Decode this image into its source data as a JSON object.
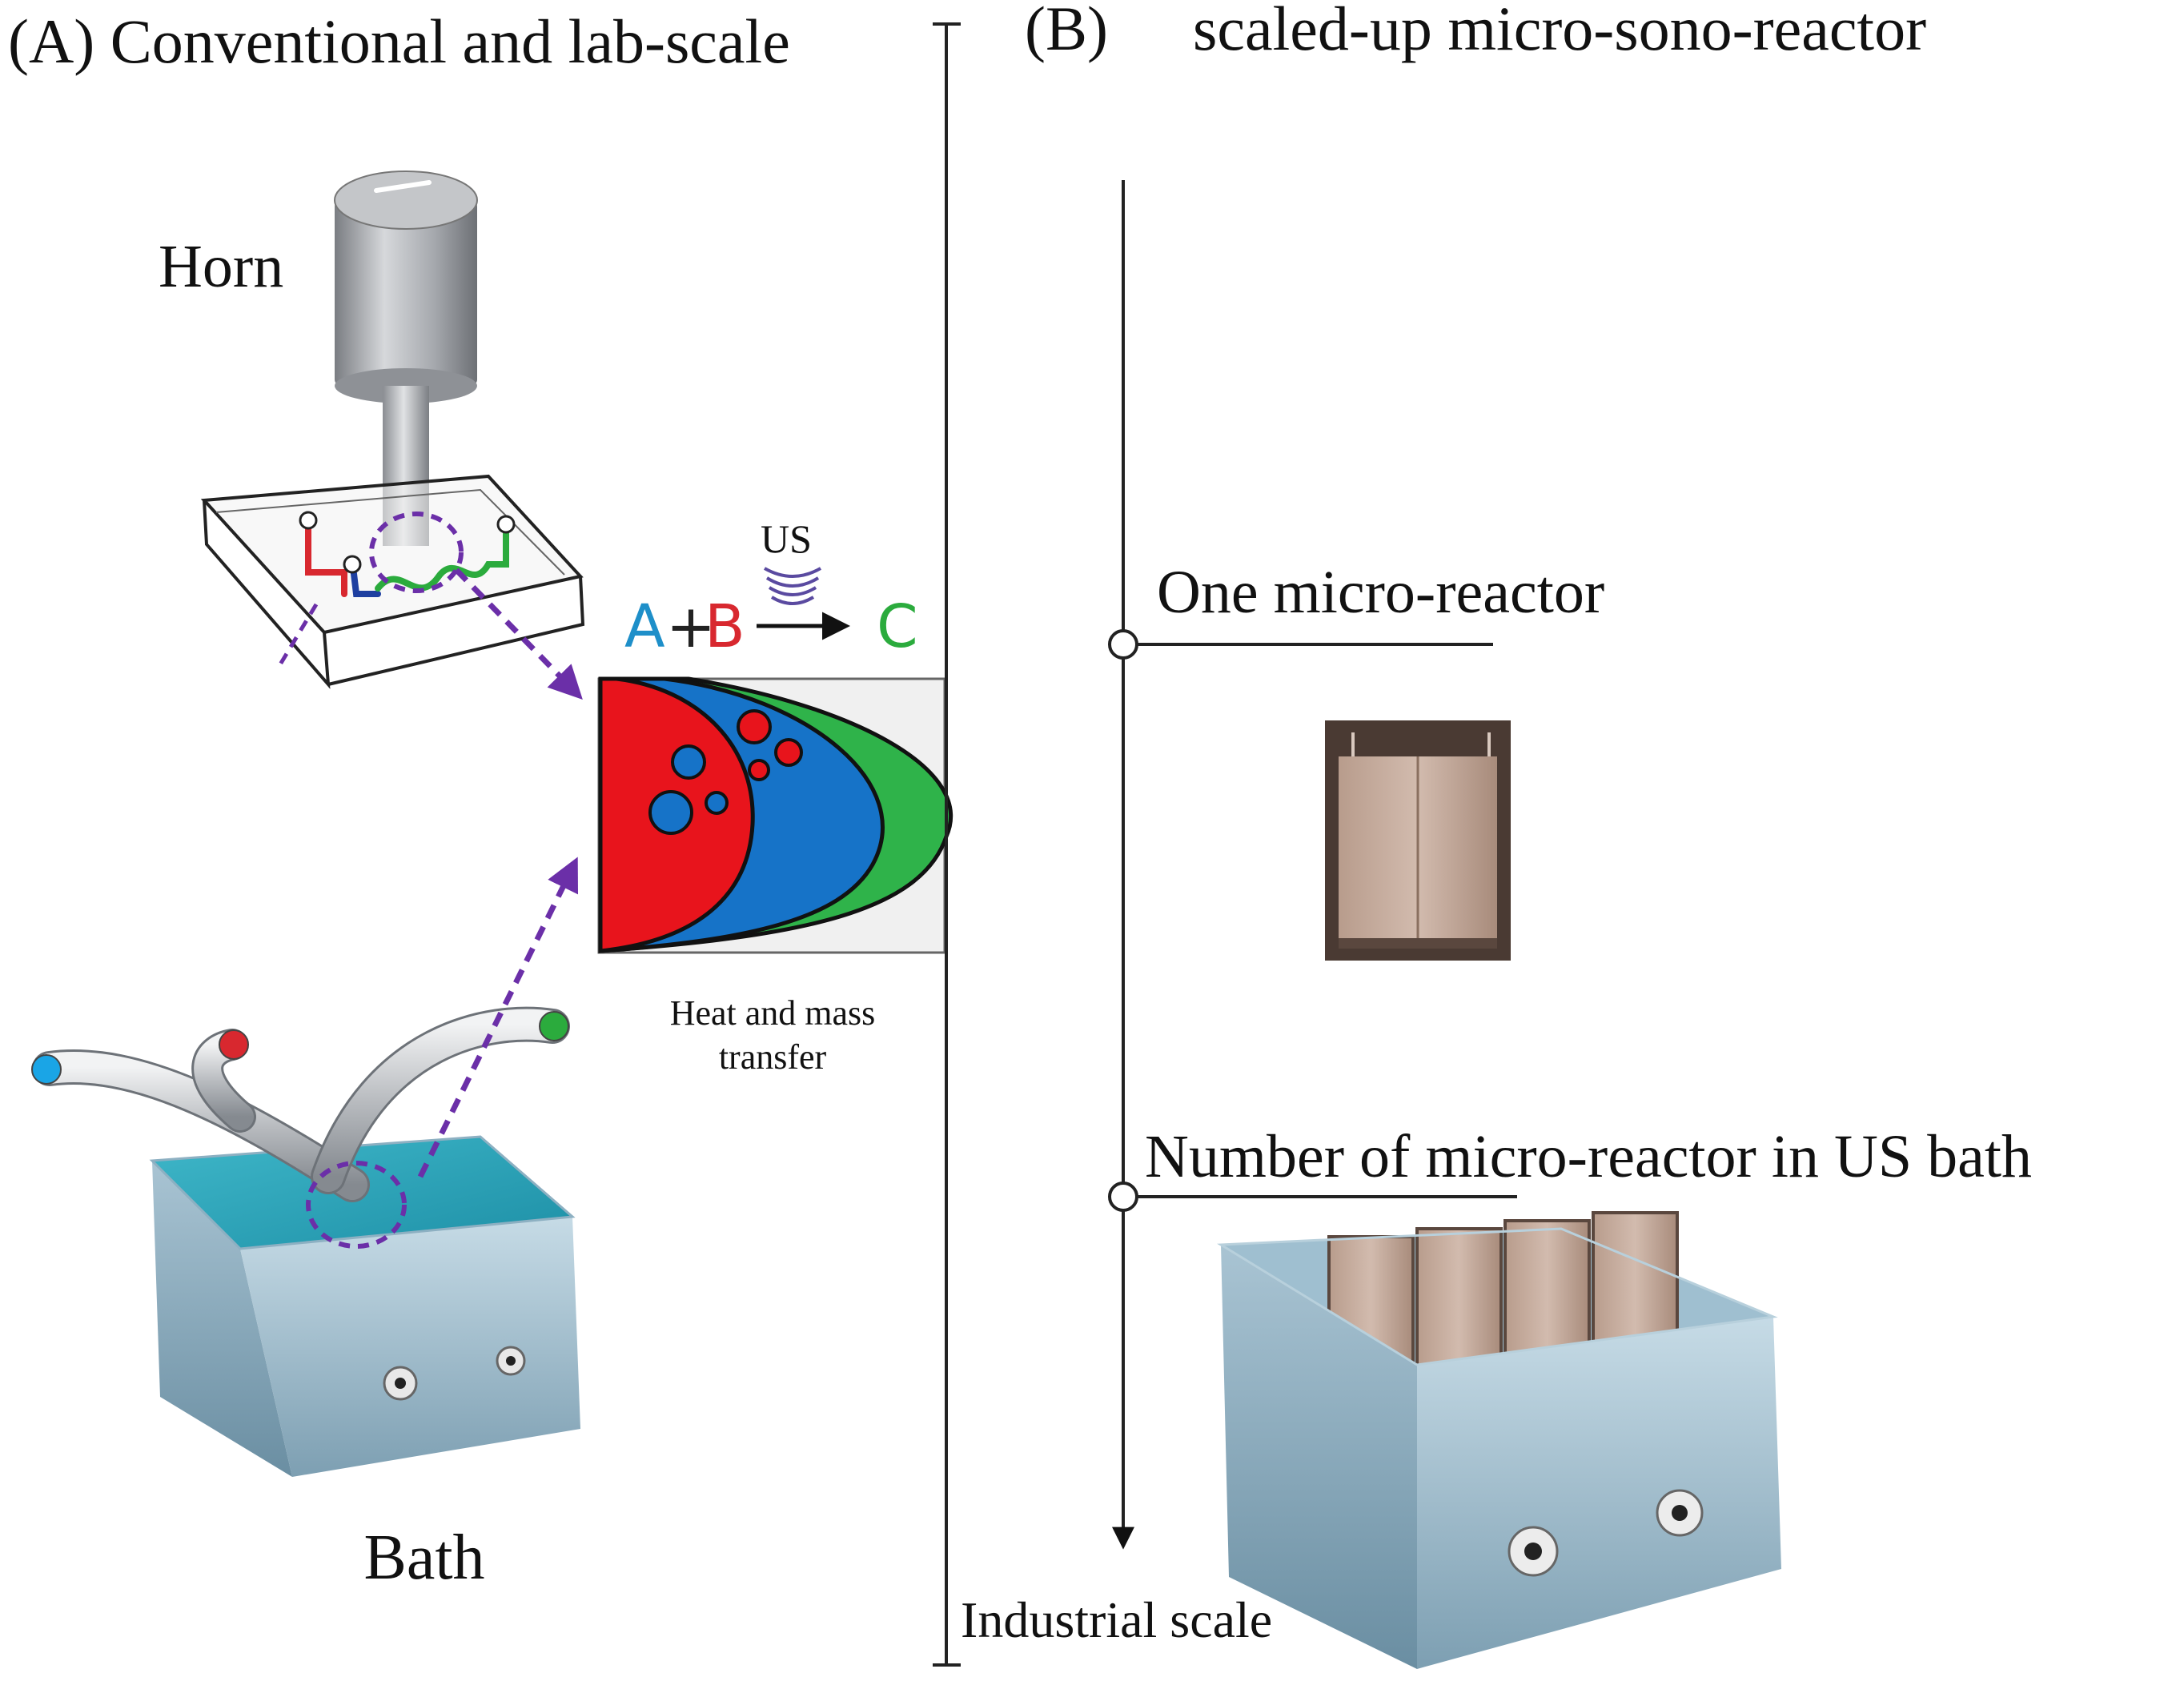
{
  "panel_a": {
    "title": "(A) Conventional and lab-scale",
    "horn_label": "Horn",
    "bath_label": "Bath",
    "reaction": {
      "a": "A",
      "plus": "+",
      "b": "B",
      "c": "C",
      "us": "US"
    },
    "transfer_label_line1": "Heat and mass",
    "transfer_label_line2": "transfer"
  },
  "panel_b": {
    "label": "(B)",
    "title": "scaled-up micro-sono-reactor",
    "one_reactor_label": "One micro-reactor",
    "many_reactor_label": "Number of micro-reactor in US bath",
    "axis_label": "Industrial scale"
  },
  "colors": {
    "a_blue": "#1e8fc9",
    "b_red": "#d8282f",
    "c_green": "#2bab3d",
    "arrow_purple": "#6b2fa8",
    "zone_red": "#e8141c",
    "zone_blue": "#1673c8",
    "zone_green": "#2fb34a"
  }
}
